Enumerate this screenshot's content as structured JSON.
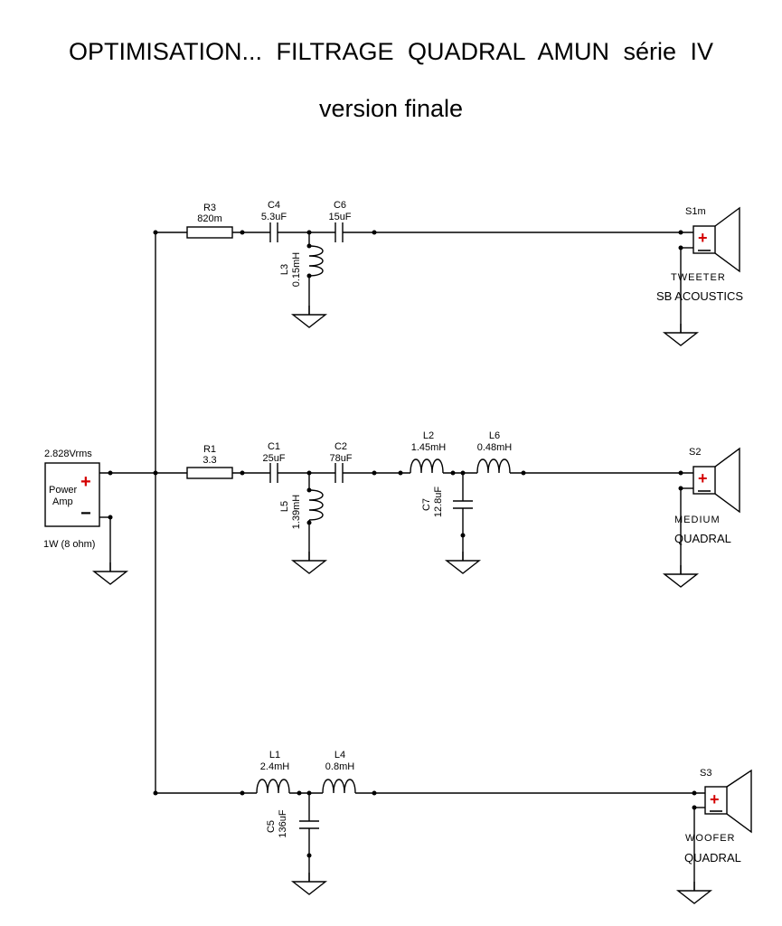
{
  "title": {
    "line1": "OPTIMISATION...  FILTRAGE  QUADRAL  AMUN  série IV",
    "line2": "version finale"
  },
  "source": {
    "voltage": "2.828Vrms",
    "name1": "Power",
    "name2": "Amp",
    "power": "1W (8 ohm)"
  },
  "components": {
    "R3": {
      "name": "R3",
      "value": "820m"
    },
    "C4": {
      "name": "C4",
      "value": "5.3uF"
    },
    "C6": {
      "name": "C6",
      "value": "15uF"
    },
    "L3": {
      "name": "L3",
      "value": "0.15mH"
    },
    "R1": {
      "name": "R1",
      "value": "3.3"
    },
    "C1": {
      "name": "C1",
      "value": "25uF"
    },
    "C2": {
      "name": "C2",
      "value": "78uF"
    },
    "L5": {
      "name": "L5",
      "value": "1.39mH"
    },
    "L2": {
      "name": "L2",
      "value": "1.45mH"
    },
    "L6": {
      "name": "L6",
      "value": "0.48mH"
    },
    "C7": {
      "name": "C7",
      "value": "12.8uF"
    },
    "L1": {
      "name": "L1",
      "value": "2.4mH"
    },
    "L4": {
      "name": "L4",
      "value": "0.8mH"
    },
    "C5": {
      "name": "C5",
      "value": "136uF"
    }
  },
  "speakers": {
    "S1": {
      "name": "S1m",
      "role": "TWEETER",
      "brand": "SB ACOUSTICS"
    },
    "S2": {
      "name": "S2",
      "role": "MEDIUM",
      "brand": "QUADRAL"
    },
    "S3": {
      "name": "S3",
      "role": "WOOFER",
      "brand": "QUADRAL"
    }
  },
  "symbols": {
    "plus": "+",
    "minus": "−"
  }
}
